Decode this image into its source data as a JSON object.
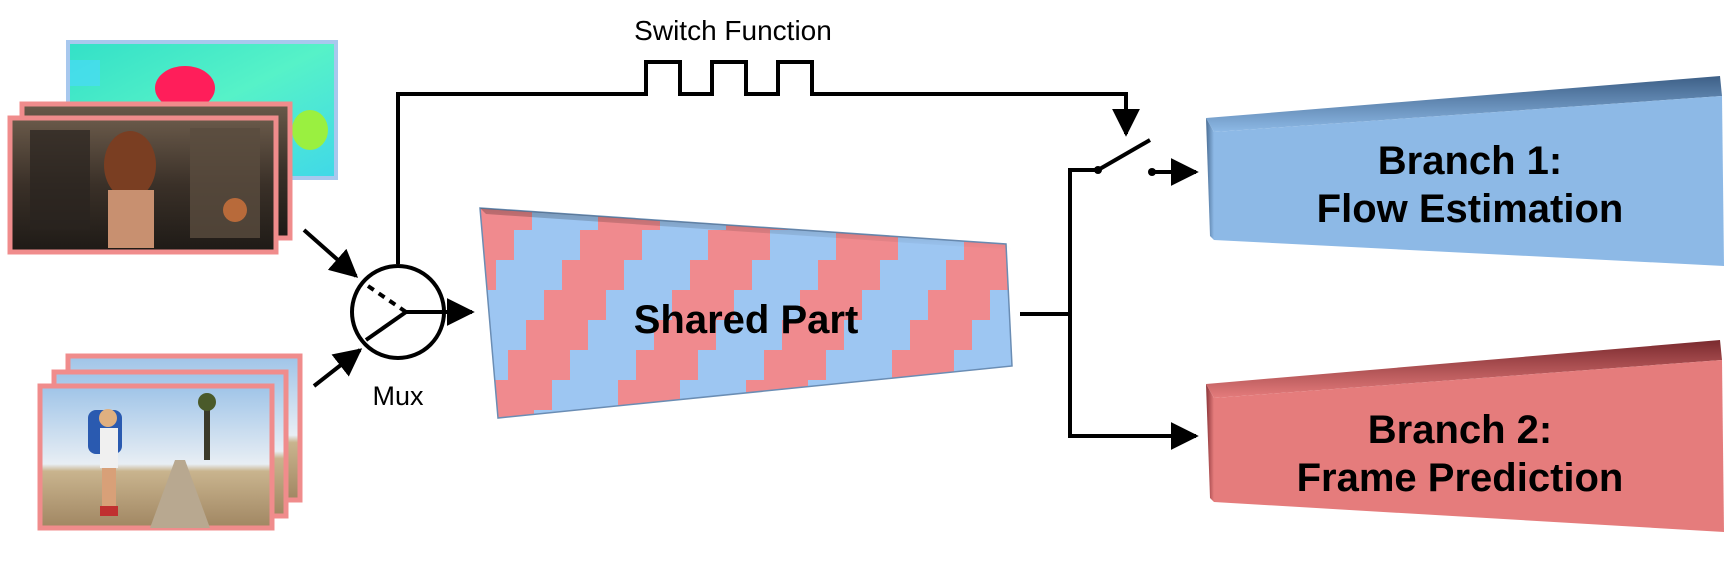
{
  "labels": {
    "switch_function": "Switch Function",
    "mux": "Mux",
    "shared_part": "Shared Part",
    "branch1_line1": "Branch 1:",
    "branch1_line2": "Flow Estimation",
    "branch2_line1": "Branch 2:",
    "branch2_line2": "Frame Prediction"
  },
  "colors": {
    "frame_border": "#f08c8c",
    "flow_border": "#a8c8ee",
    "shared_blue": "#9dc6f2",
    "shared_red": "#f08a8e",
    "branch1_fill": "#8db9e6",
    "branch1_shade": "#4a6d94",
    "branch2_fill": "#e57c7c",
    "branch2_shade": "#8a3438",
    "line": "#000000"
  },
  "images": {
    "top_stack": [
      "optical-flow-image",
      "game-scene-frame"
    ],
    "bottom_stack": [
      "desert-hiker-frame",
      "desert-hiker-frame",
      "desert-hiker-frame"
    ]
  }
}
